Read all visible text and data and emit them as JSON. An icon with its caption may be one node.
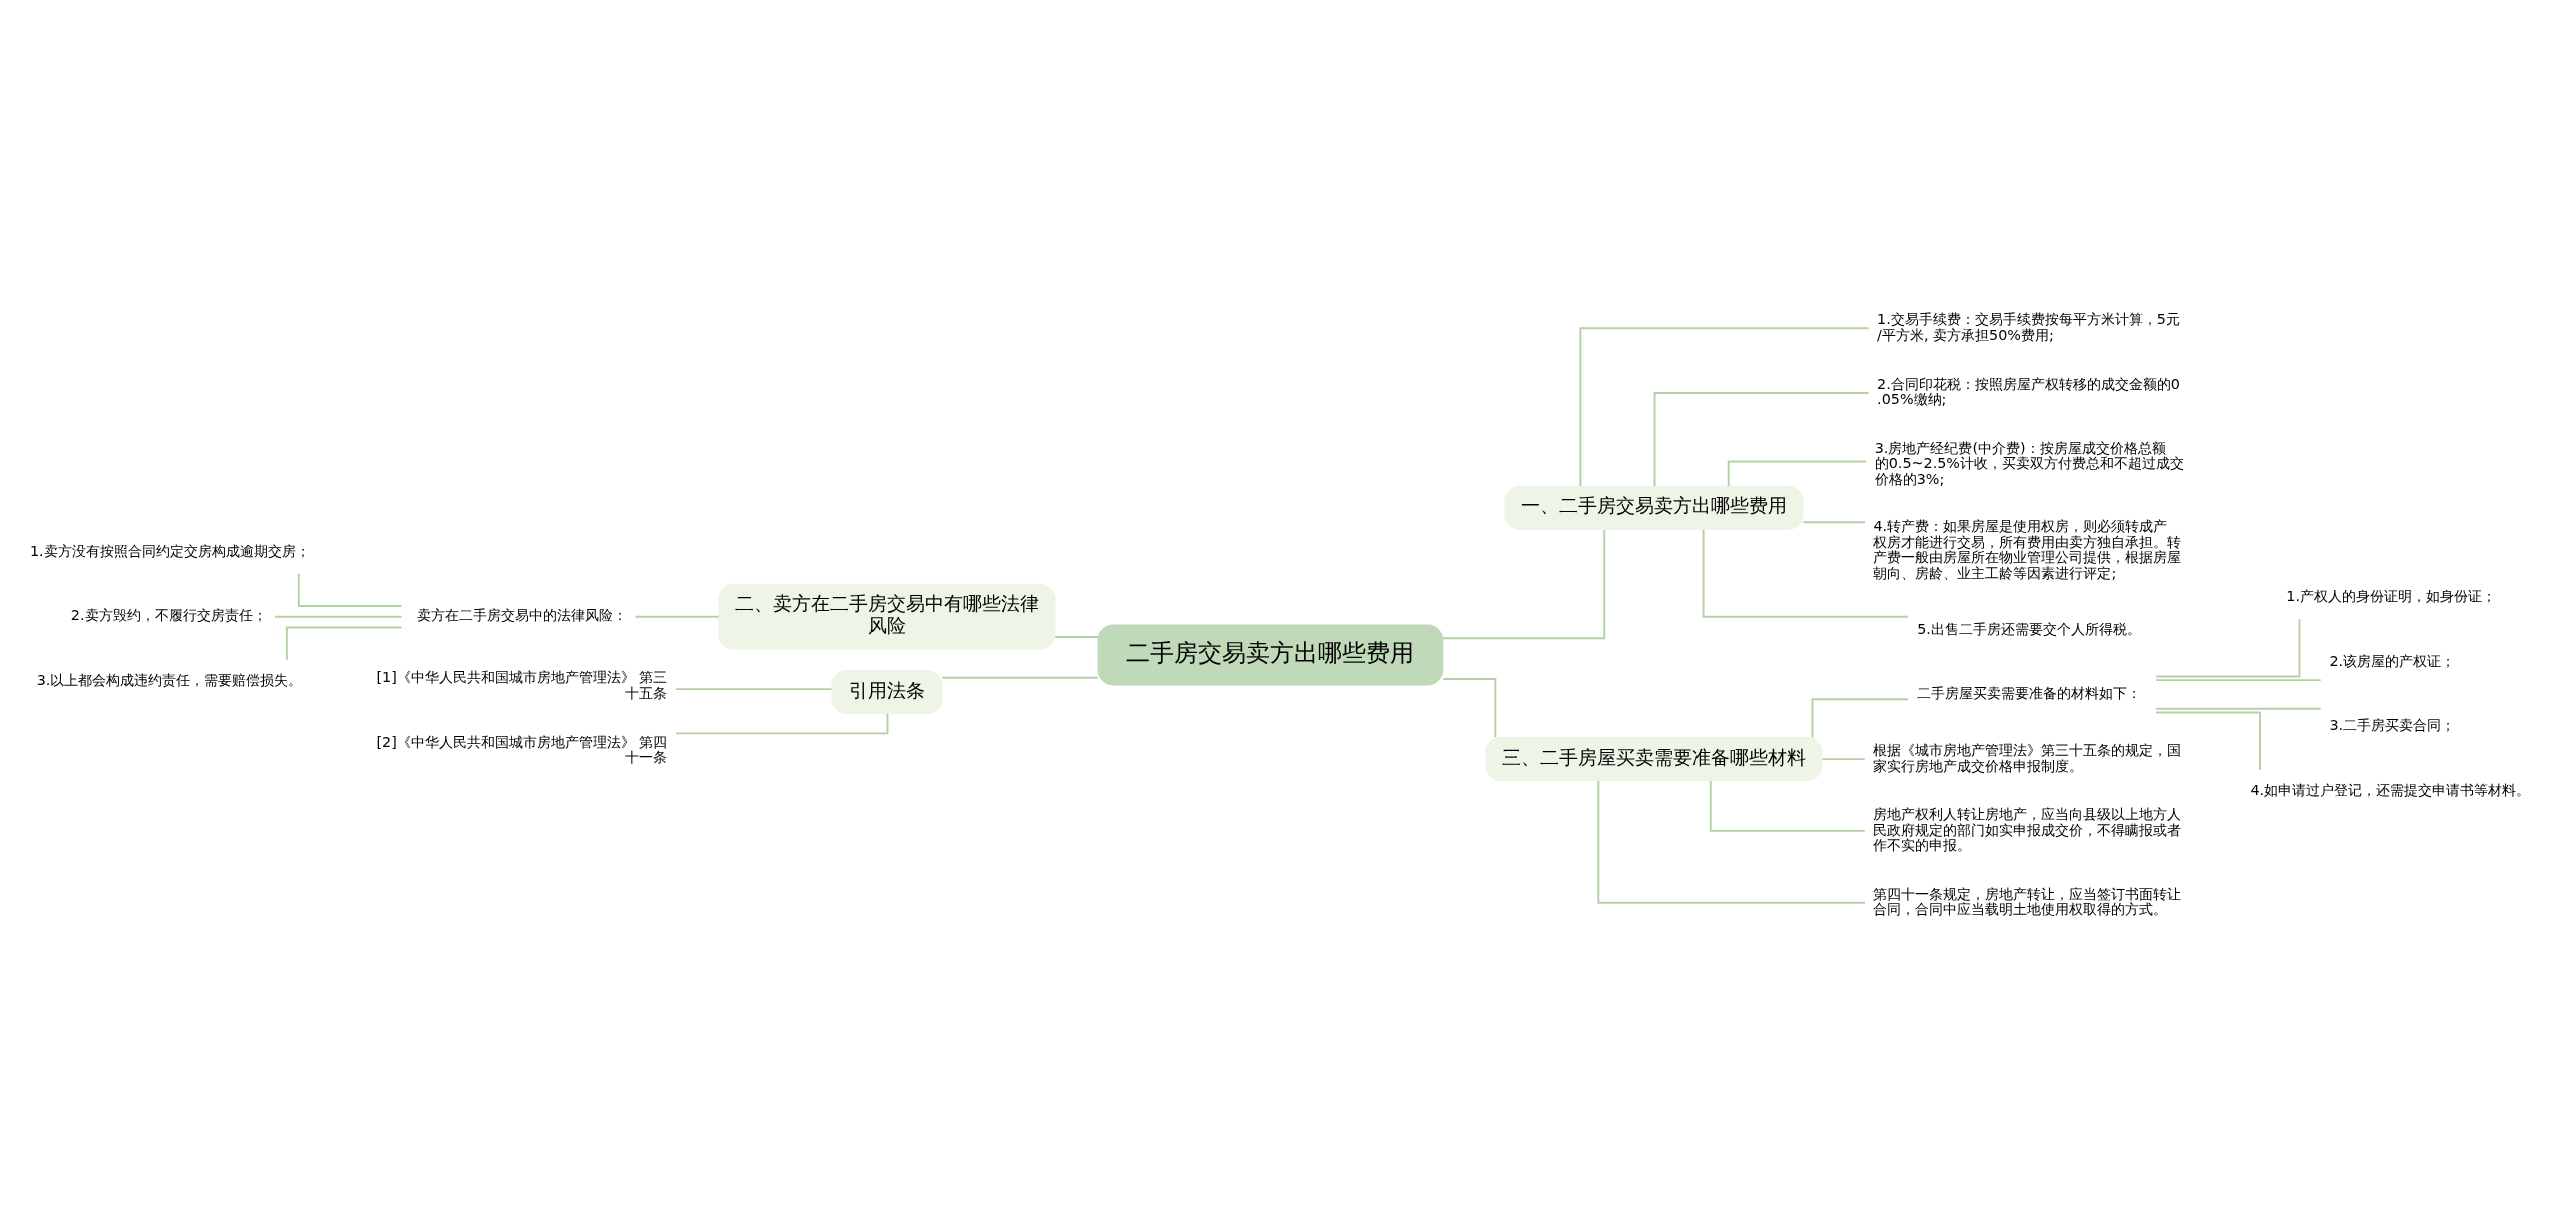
{
  "diagram": {
    "nodes": [
      {
        "text": [
          "二手房交易卖方出哪些费用"
        ]
      },
      {
        "text": [
          "一、二手房交易卖方出哪些费用"
        ]
      },
      {
        "text": [
          "1.交易手续费：交易手续费按每平方米计算，5元/平方米, 卖方承担50%费用;"
        ]
      },
      {
        "text": [
          "2.合同印花税：按照房屋产权转移的成交金额的0.05%缴纳;"
        ]
      },
      {
        "text": [
          "3.房地产经纪费(中介费)：按房屋成交价格总额的0.5~2.5%计收，买卖双方付费总和不超过成交价格的3%;"
        ]
      },
      {
        "text": [
          "4.转产费：如果房屋是使用权房，则必须转成产权房才能进行交易，所有费用由卖方独自承担。转产费一般由房屋所在物业管理公司提供，根据房屋朝向、房龄、业主工龄等因素进行评定;"
        ]
      },
      {
        "text": [
          "5.出售二手房还需要交个人所得税。"
        ]
      },
      {
        "text": [
          "三、二手房屋买卖需要准备哪些材料"
        ]
      },
      {
        "text": [
          "二手房屋买卖需要准备的材料如下："
        ]
      },
      {
        "text": [
          "1.产权人的身份证明，如身份证；"
        ]
      },
      {
        "text": [
          "2.该房屋的产权证；"
        ]
      },
      {
        "text": [
          "3.二手房买卖合同；"
        ]
      },
      {
        "text": [
          "4.如申请过户登记，还需提交申请书等材料。"
        ]
      },
      {
        "text": [
          "根据《城市房地产管理法》第三十五条的规定，国家实行房地产成交价格申报制度。"
        ]
      },
      {
        "text": [
          "房地产权利人转让房地产，应当向县级以上地方人民政府规定的部门如实申报成交价，不得瞒报或者作不实的申报。"
        ]
      },
      {
        "text": [
          "第四十一条规定，房地产转让，应当签订书面转让合同，合同中应当载明土地使用权取得的方式。"
        ]
      },
      {
        "text": [
          "二、卖方在二手房交易中有哪些法律风险"
        ]
      },
      {
        "text": [
          "卖方在二手房交易中的法律风险："
        ]
      },
      {
        "text": [
          "1.卖方没有按照合同约定交房构成逾期交房；"
        ]
      },
      {
        "text": [
          "2.卖方毁约，不履行交房责任；"
        ]
      },
      {
        "text": [
          "3.以上都会构成违约责任，需要赔偿损失。"
        ]
      },
      {
        "text": [
          "引用法条"
        ]
      },
      {
        "text": [
          "[1]《中华人民共和国城市房地产管理法》 第三十五条"
        ]
      },
      {
        "text": [
          "[2]《中华人民共和国城市房地产管理法》 第四十一条"
        ]
      }
    ],
    "edges": [
      {
        "from": 0,
        "to": 1,
        "arrow": "none"
      },
      {
        "from": 1,
        "to": 2,
        "arrow": "none"
      },
      {
        "from": 1,
        "to": 3,
        "arrow": "none"
      },
      {
        "from": 1,
        "to": 4,
        "arrow": "none"
      },
      {
        "from": 1,
        "to": 5,
        "arrow": "none"
      },
      {
        "from": 1,
        "to": 6,
        "arrow": "none"
      },
      {
        "from": 0,
        "to": 7,
        "arrow": "none"
      },
      {
        "from": 7,
        "to": 8,
        "arrow": "none"
      },
      {
        "from": 8,
        "to": 9,
        "arrow": "none"
      },
      {
        "from": 8,
        "to": 10,
        "arrow": "none"
      },
      {
        "from": 8,
        "to": 11,
        "arrow": "none"
      },
      {
        "from": 8,
        "to": 12,
        "arrow": "none"
      },
      {
        "from": 7,
        "to": 13,
        "arrow": "none"
      },
      {
        "from": 7,
        "to": 14,
        "arrow": "none"
      },
      {
        "from": 7,
        "to": 15,
        "arrow": "none"
      },
      {
        "from": 0,
        "to": 16,
        "arrow": "none"
      },
      {
        "from": 16,
        "to": 17,
        "arrow": "none"
      },
      {
        "from": 17,
        "to": 18,
        "arrow": "none"
      },
      {
        "from": 17,
        "to": 19,
        "arrow": "none"
      },
      {
        "from": 17,
        "to": 20,
        "arrow": "none"
      },
      {
        "from": 0,
        "to": 21,
        "arrow": "none"
      },
      {
        "from": 21,
        "to": 22,
        "arrow": "none"
      },
      {
        "from": 21,
        "to": 23,
        "arrow": "none"
      }
    ]
  }
}
